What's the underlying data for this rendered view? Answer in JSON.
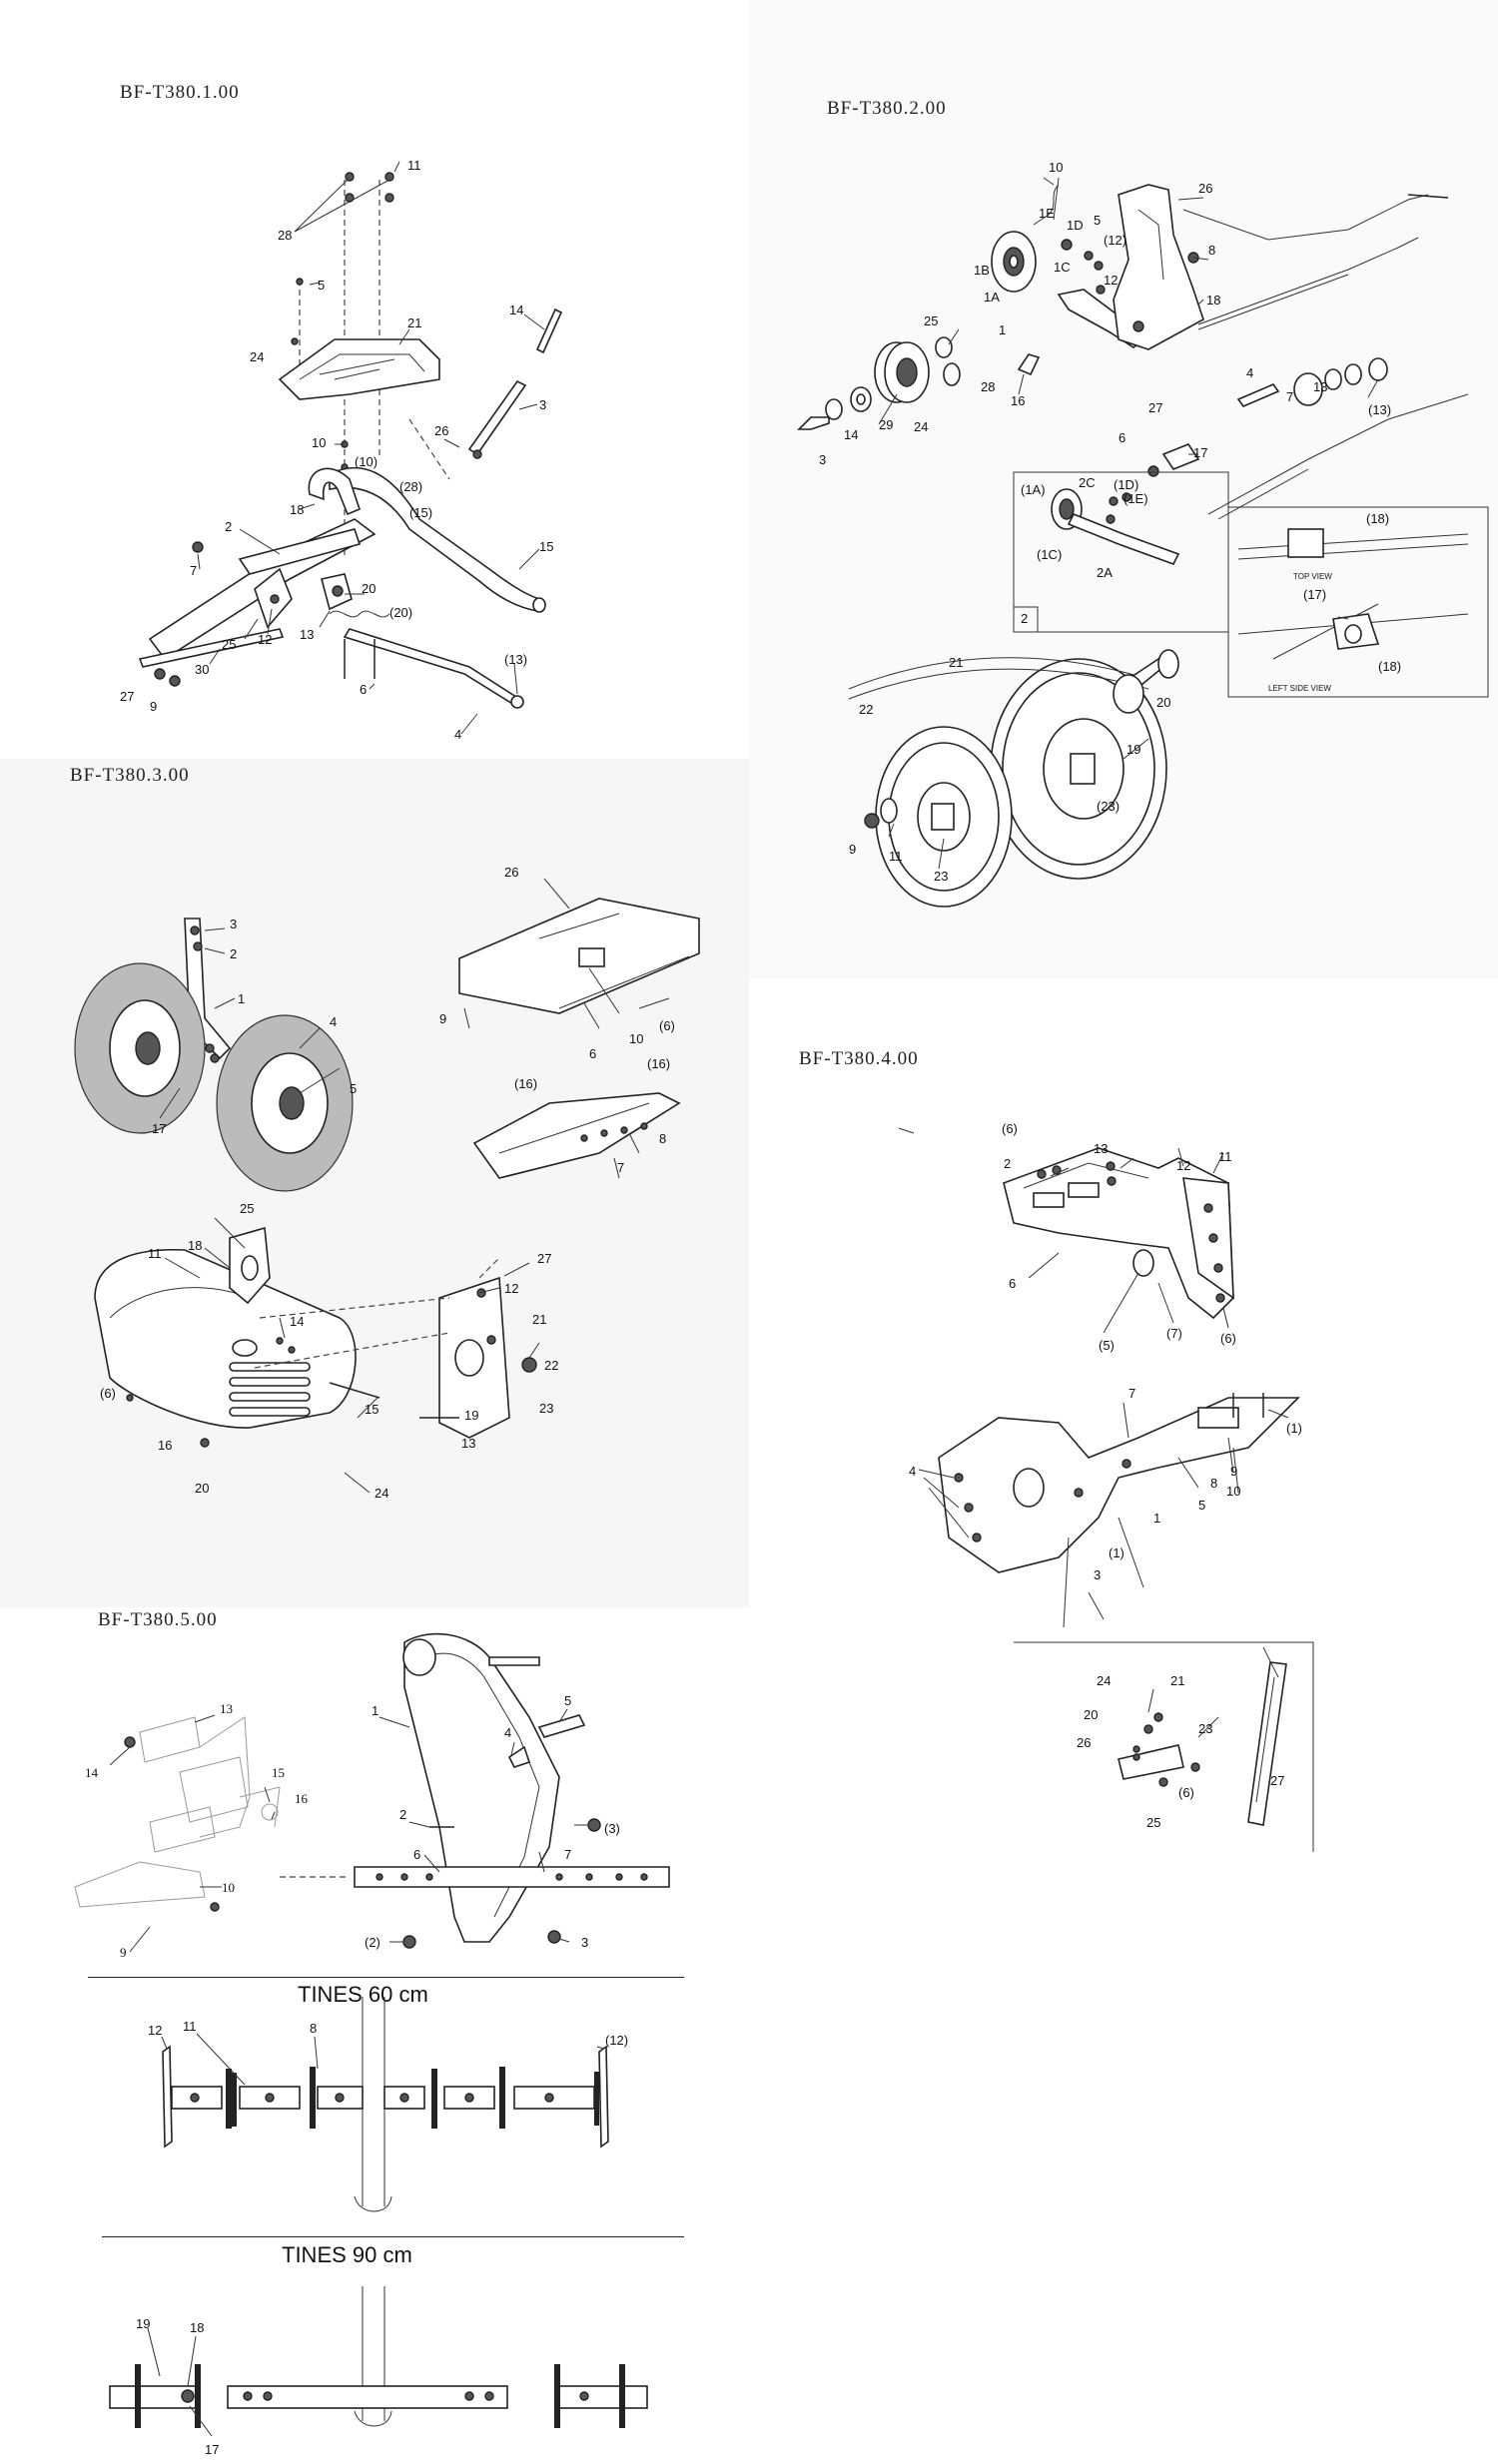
{
  "panels": {
    "p1": {
      "title": "BF-T380.1.00",
      "callouts": [
        "11",
        "28",
        "5",
        "21",
        "14",
        "24",
        "3",
        "26",
        "10",
        "(10)",
        "(28)",
        "(15)",
        "18",
        "2",
        "15",
        "7",
        "20",
        "(20)",
        "25",
        "12",
        "13",
        "30",
        "6",
        "(13)",
        "27",
        "9",
        "4"
      ]
    },
    "p2": {
      "title": "BF-T380.2.00",
      "callouts": [
        "10",
        "26",
        "1E",
        "1D",
        "5",
        "(12)",
        "8",
        "1B",
        "1C",
        "12",
        "1A",
        "18",
        "1",
        "25",
        "28",
        "16",
        "4",
        "7",
        "13",
        "(13)",
        "3",
        "14",
        "29",
        "24",
        "27",
        "6",
        "17",
        "2C",
        "(1D)",
        "(1A)",
        "(1E)",
        "(18)",
        "(1C)",
        "2A",
        "2",
        "(17)",
        "(18)",
        "21",
        "20",
        "22",
        "19",
        "(23)",
        "9",
        "11",
        "23"
      ],
      "inset_notes": [
        "TOP VIEW",
        "LEFT SIDE VIEW"
      ]
    },
    "p3": {
      "title": "BF-T380.3.00",
      "callouts": [
        "3",
        "2",
        "1",
        "4",
        "5",
        "17",
        "26",
        "9",
        "10",
        "(6)",
        "6",
        "(16)",
        "(16)",
        "8",
        "7",
        "25",
        "18",
        "11",
        "14",
        "(6)",
        "27",
        "12",
        "21",
        "22",
        "15",
        "19",
        "13",
        "23",
        "16",
        "20",
        "24"
      ]
    },
    "p4": {
      "title": "BF-T380.4.00",
      "callouts": [
        "(6)",
        "13",
        "2",
        "12",
        "11",
        "6",
        "(5)",
        "(7)",
        "(6)",
        "7",
        "(1)",
        "4",
        "9",
        "8",
        "10",
        "5",
        "1",
        "(1)",
        "3",
        "24",
        "21",
        "20",
        "23",
        "26",
        "27",
        "(6)",
        "25"
      ]
    },
    "p5": {
      "title": "BF-T380.5.00",
      "callouts": [
        "1",
        "14",
        "13",
        "15",
        "16",
        "5",
        "4",
        "2",
        "(3)",
        "6",
        "7",
        "10",
        "9",
        "(2)",
        "3"
      ]
    },
    "tines60": {
      "title": "TINES  60 cm",
      "callouts": [
        "12",
        "11",
        "8",
        "(12)"
      ]
    },
    "tines90": {
      "title": "TINES  90 cm",
      "callouts": [
        "19",
        "18",
        "17"
      ]
    }
  }
}
